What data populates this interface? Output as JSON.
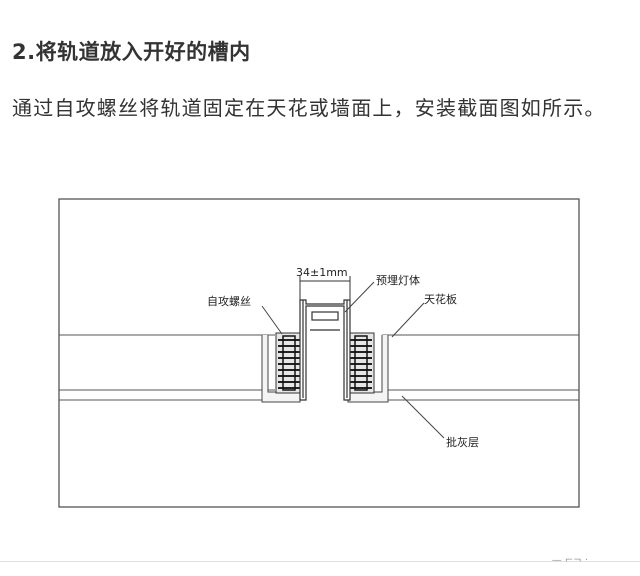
{
  "section": {
    "title": "2.将轨道放入开好的槽内",
    "description": "通过自攻螺丝将轨道固定在天花或墙面上，安装截面图如所示。"
  },
  "diagram": {
    "dimension_label": "34±1mm",
    "labels": {
      "screw": "自攻螺丝",
      "embedded_body": "预埋灯体",
      "ceiling_board": "天花板",
      "putty_layer": "批灰层"
    }
  },
  "footer": {
    "icons": [
      "watermark-icon"
    ]
  }
}
